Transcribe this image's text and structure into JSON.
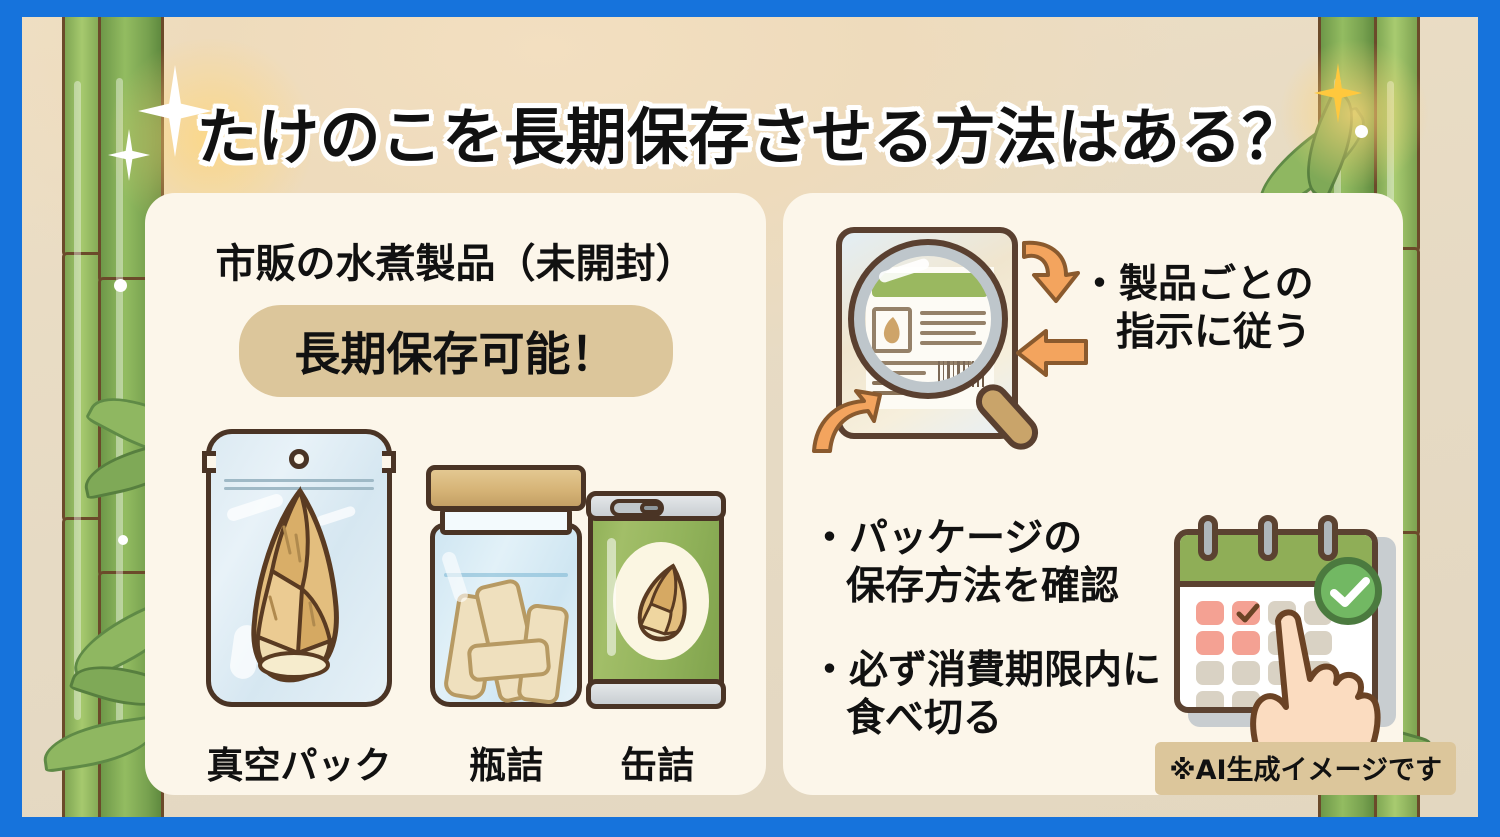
{
  "frame": {
    "border_color": "#1673DC",
    "background": "#EADCC3"
  },
  "header": {
    "title": "たけのこを長期保存させる方法はある？"
  },
  "left_panel": {
    "card_color": "#FCF6EA",
    "lead": "市販の水煮製品（未開封）",
    "badge": {
      "label": "長期保存可能！",
      "background": "#DCC69B"
    },
    "products": [
      {
        "name": "vacuum-pack",
        "label": "真空パック"
      },
      {
        "name": "bottled-jar",
        "label": "瓶詰"
      },
      {
        "name": "canned",
        "label": "缶詰"
      }
    ]
  },
  "right_panel": {
    "card_color": "#FCF6EA",
    "bullets": [
      {
        "marker": "・",
        "line1": "製品ごとの",
        "line2": "指示に従う"
      },
      {
        "marker": "・",
        "line1": "パッケージの",
        "line2": "保存方法を確認"
      },
      {
        "marker": "・",
        "line1": "必ず消費期限内に",
        "line2": "食べ切る"
      }
    ],
    "illustrations": [
      {
        "name": "magnifier-on-package",
        "accent": "#F0A15A"
      },
      {
        "name": "calendar-with-hand",
        "accent": "#8FAE57"
      }
    ]
  },
  "footer": {
    "note": "※AI生成イメージです",
    "background": "#DCC69B"
  },
  "decor": {
    "bamboo_color": "#8FB761",
    "bamboo_outline": "#6B4A2A",
    "sparkle_color": "#FFFFFF",
    "sparkle_gold": "#FFC83D"
  }
}
